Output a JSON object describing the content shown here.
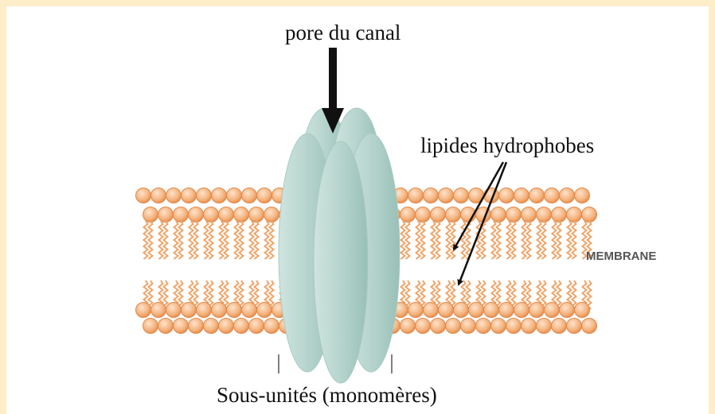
{
  "labels": {
    "pore": "pore du canal",
    "lipids": "lipides hydrophobes",
    "membrane": "MEMBRANE",
    "subunits": "Sous-unités (monomères)"
  },
  "colors": {
    "background_border": "#fdeec9",
    "lipid": "#f0a468",
    "lipid_highlight": "#fde3cc",
    "protein": "#b9d6cf",
    "protein_dark": "#9cc4bb",
    "arrow": "#111111"
  }
}
